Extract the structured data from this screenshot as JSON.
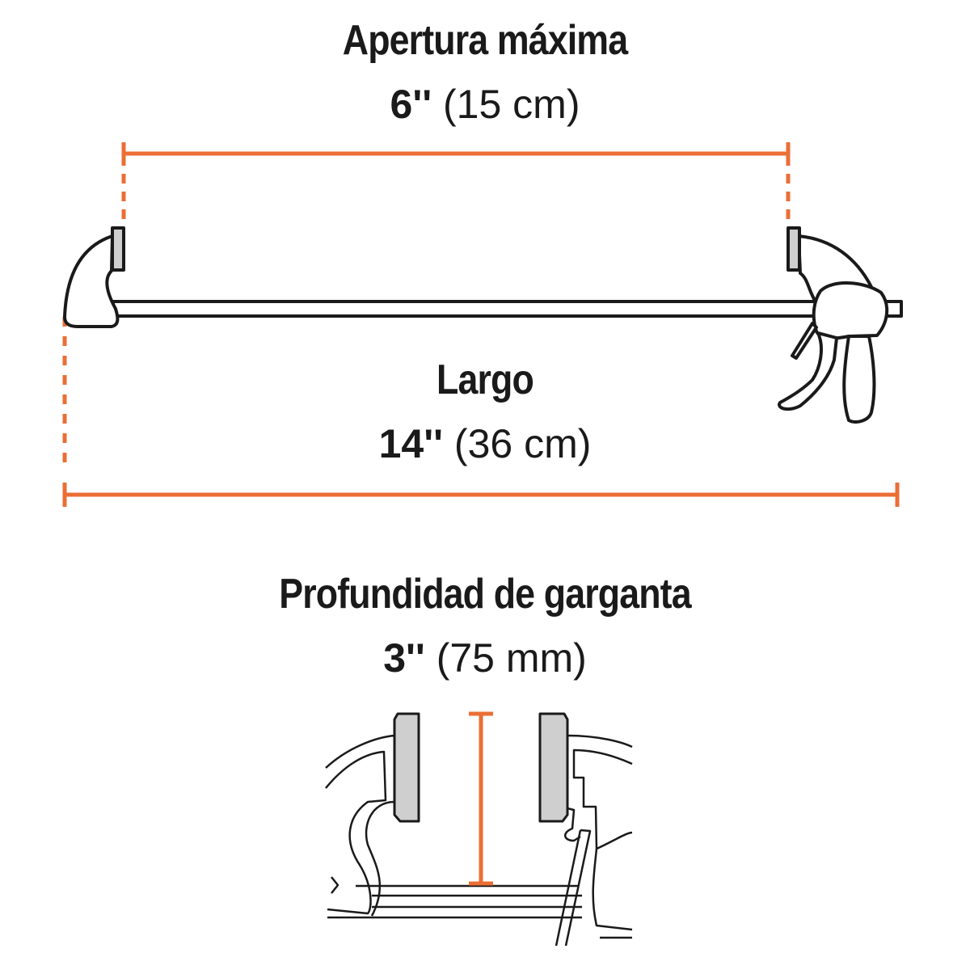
{
  "colors": {
    "accent": "#EB6E35",
    "stroke": "#1a1a1a",
    "pad": "#CFCFCF",
    "background": "#FFFFFF"
  },
  "dimensions": {
    "max_opening": {
      "title": "Apertura máxima",
      "value_in": "6''",
      "value_metric": "(15 cm)"
    },
    "length": {
      "title": "Largo",
      "value_in": "14''",
      "value_metric": "(36 cm)"
    },
    "throat_depth": {
      "title": "Profundidad de garganta",
      "value_in": "3''",
      "value_metric": "(75 mm)"
    }
  }
}
